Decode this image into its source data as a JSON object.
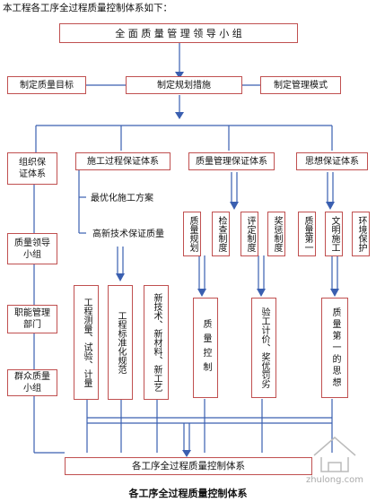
{
  "intro": "本工程各工序全过程质量控制体系如下：",
  "top": "全 面 质 量 管 理 领 导 小 组",
  "row2": [
    "制定质量目标",
    "制定规划措施",
    "制定管理模式"
  ],
  "row3": [
    "组织保\n证体系",
    "施工过程保证体系",
    "质量管理保证体系",
    "思想保证体系"
  ],
  "left_col": [
    "质量领导\n小组",
    "职能管理\n部门",
    "群众质量\n小组"
  ],
  "construct": [
    "最优化施工方案",
    "高新技术保证质量"
  ],
  "construct_v": [
    "工程测量、试验、计量",
    "工程标准化规范",
    "新技术、新材料、新工艺"
  ],
  "quality_v": [
    "质量规划",
    "检查制度",
    "评定制度",
    "奖惩制度"
  ],
  "quality_sub": [
    "质量控制",
    "验工计价、奖优罚劣"
  ],
  "thought_v": [
    "质量第一",
    "文明施工",
    "环境保护"
  ],
  "thought_sub": "质量第一的思想",
  "bottom": "各工序全过程质量控制体系",
  "caption": "各工序全过程质量控制体系",
  "watermark": "zhulong.com",
  "colors": {
    "border": "#c05050",
    "line": "#3a5fb0"
  }
}
